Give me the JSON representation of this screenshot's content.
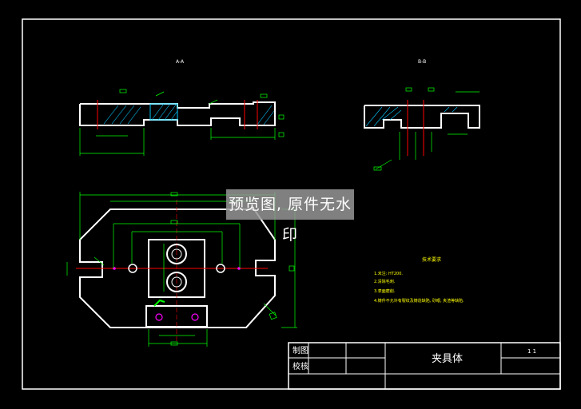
{
  "section_labels": {
    "left": "A-A",
    "right": "B-B"
  },
  "tech_requirements": {
    "title": "技术要求",
    "items": [
      "1.未注: HT200.",
      "2.清除毛刺.",
      "3.表面磨削.",
      "4.铸件不允许有裂纹及铸造缺陷, 砂眼, 夹渣等缺陷."
    ]
  },
  "title_block": {
    "drawn_label": "制图",
    "checked_label": "校核",
    "part_name": "夹具体",
    "code": "1 1"
  },
  "watermark": "预览图, 原件无水印",
  "colors": {
    "background": "#000000",
    "outline": "#ffffff",
    "dimension": "#00ff00",
    "centerline": "#ff0000",
    "hatch": "#00c8ff",
    "hole": "#ff00ff",
    "note": "#ffff00"
  }
}
